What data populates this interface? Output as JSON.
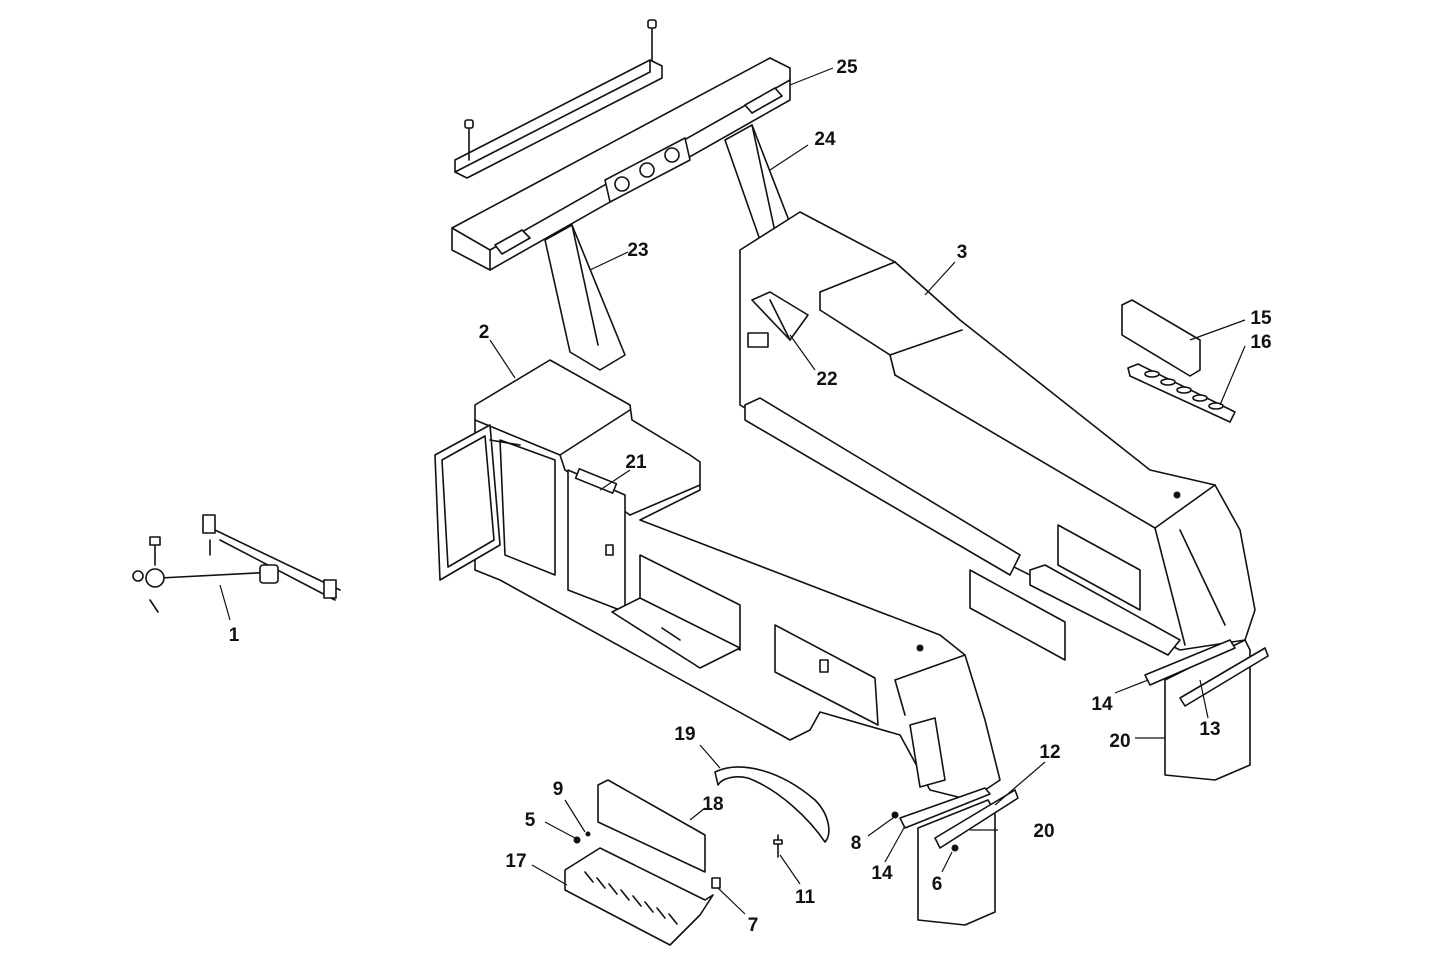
{
  "callouts": {
    "c1": "1",
    "c2": "2",
    "c3": "3",
    "c5": "5",
    "c6": "6",
    "c7": "7",
    "c8": "8",
    "c9": "9",
    "c11": "11",
    "c12": "12",
    "c13": "13",
    "c14a": "14",
    "c14b": "14",
    "c15": "15",
    "c16": "16",
    "c17": "17",
    "c18": "18",
    "c19": "19",
    "c20a": "20",
    "c20b": "20",
    "c21": "21",
    "c22": "22",
    "c23": "23",
    "c24": "24",
    "c25": "25"
  }
}
